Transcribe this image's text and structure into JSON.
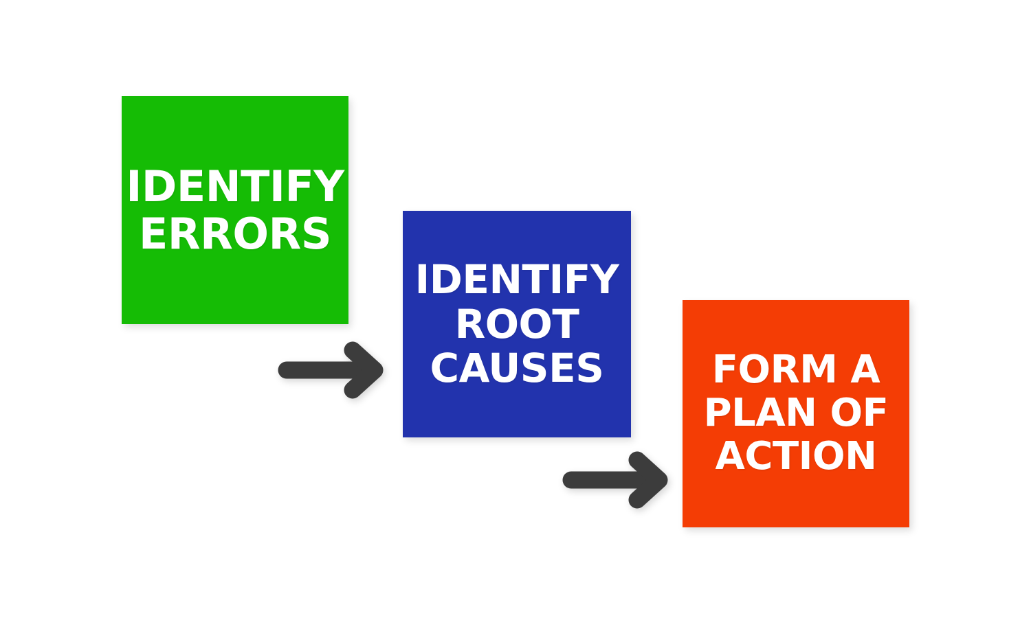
{
  "diagram": {
    "type": "process-flow",
    "orientation": "left-to-right-descending",
    "background_color": "#ffffff",
    "steps": [
      {
        "id": "identify-errors",
        "order": 1,
        "label": "IDENTIFY\nERRORS",
        "color": "#15bc05",
        "color_name": "green",
        "text_color": "#ffffff"
      },
      {
        "id": "identify-root-causes",
        "order": 2,
        "label": "IDENTIFY\nROOT\nCAUSES",
        "color": "#2233ad",
        "color_name": "blue",
        "text_color": "#ffffff"
      },
      {
        "id": "form-plan-of-action",
        "order": 3,
        "label": "FORM A\nPLAN OF\nACTION",
        "color": "#f43d05",
        "color_name": "orange-red",
        "text_color": "#ffffff"
      }
    ],
    "connectors": [
      {
        "id": "arrow-1",
        "icon": "arrow-right-icon",
        "from": "identify-errors",
        "to": "identify-root-causes",
        "color": "#3c3c3c"
      },
      {
        "id": "arrow-2",
        "icon": "arrow-right-icon",
        "from": "identify-root-causes",
        "to": "form-plan-of-action",
        "color": "#3c3c3c"
      }
    ]
  }
}
